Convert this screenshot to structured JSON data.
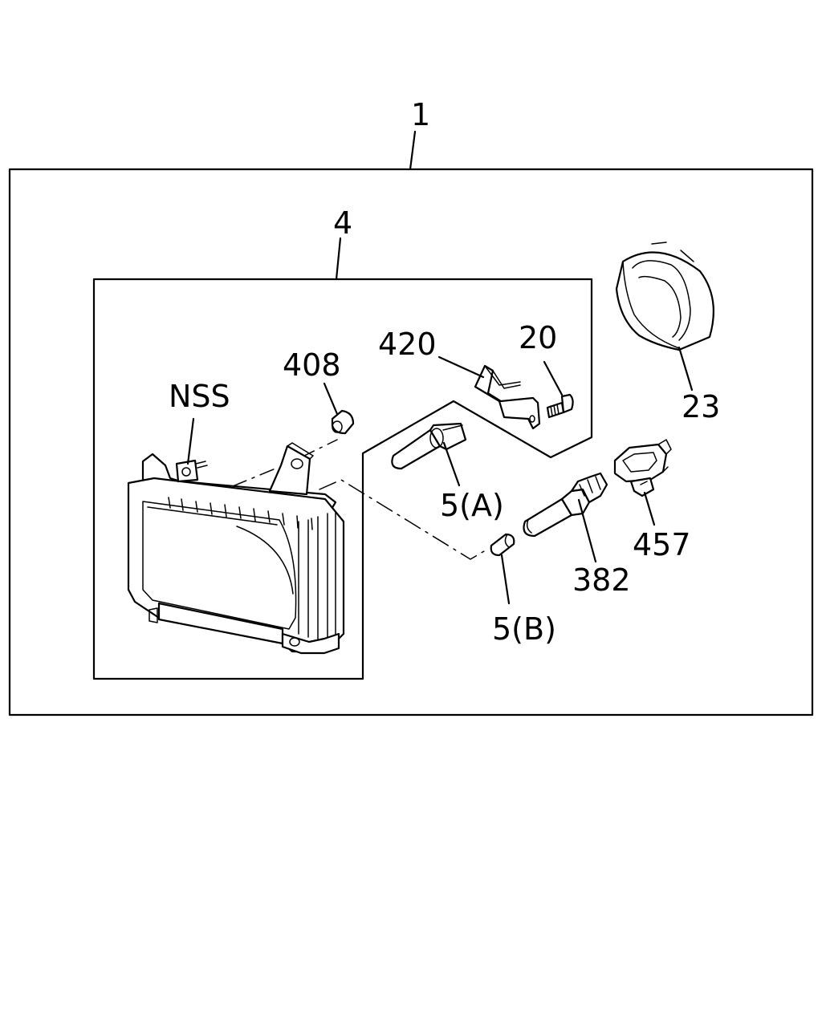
{
  "diagram": {
    "callouts": {
      "assembly": "1",
      "housing": "4",
      "bulb_a": "5(A)",
      "bulb_b": "5(B)",
      "bracket": "420",
      "screw": "20",
      "grommet": "408",
      "nss": "NSS",
      "ring": "23",
      "socket": "382",
      "connector": "457"
    }
  }
}
